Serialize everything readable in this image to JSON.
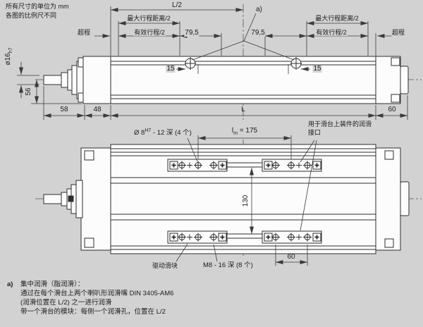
{
  "colors": {
    "background": "#d2d2d2",
    "outline": "#2e2e2e",
    "fill": "#fcfcfc",
    "text": "#1b1b1b"
  },
  "notes": {
    "line1": "所有尺寸的单位为 mm",
    "line2": "各图的比例尺不同"
  },
  "side_view": {
    "dim_l2": "L/2",
    "callout_a": "a)",
    "max_stroke_left": "最大行程距离/2",
    "max_stroke_right": "最大行程距离/2",
    "overtravel_left": "超程",
    "overtravel_right": "超程",
    "eff_stroke_left": "有效行程/2",
    "eff_stroke_right": "有效行程/2",
    "dim_79_5_left": "79,5",
    "dim_79_5_right": "79,5",
    "dim_15_left": "15",
    "dim_15_right": "15",
    "shaft_dia_prefix": "ø16",
    "shaft_dia_tol": "h7",
    "dim_56": "56",
    "dim_58": "58",
    "dim_48": "48",
    "dim_L": "L",
    "dim_60": "60"
  },
  "top_view": {
    "hole_label_prefix": "Ø 8",
    "hole_label_sup": "H7",
    "hole_label_rest": " - 12 深 (4 个)",
    "lm_prefix": "l",
    "lm_sub": "m",
    "lm_value": " = 175",
    "lube_port_line1": "用于滑台上装件的润滑",
    "lube_port_line2": "接口",
    "dim_130": "130",
    "drive_block_label": "驱动滑块",
    "thread_label": "M8 - 16 深 (8 个)",
    "dim_60": "60"
  },
  "footnote": {
    "marker": "a)",
    "line1": "集中润滑（脂润滑）：",
    "line2": "通过在每个滑台上两个喇叭形润滑嘴 DIN 3405-AM6",
    "line3": "(润滑位置在 L/2) 之一进行润滑",
    "line4": "带一个滑台的模块：每侧一个润滑孔，位置在 L/2"
  }
}
